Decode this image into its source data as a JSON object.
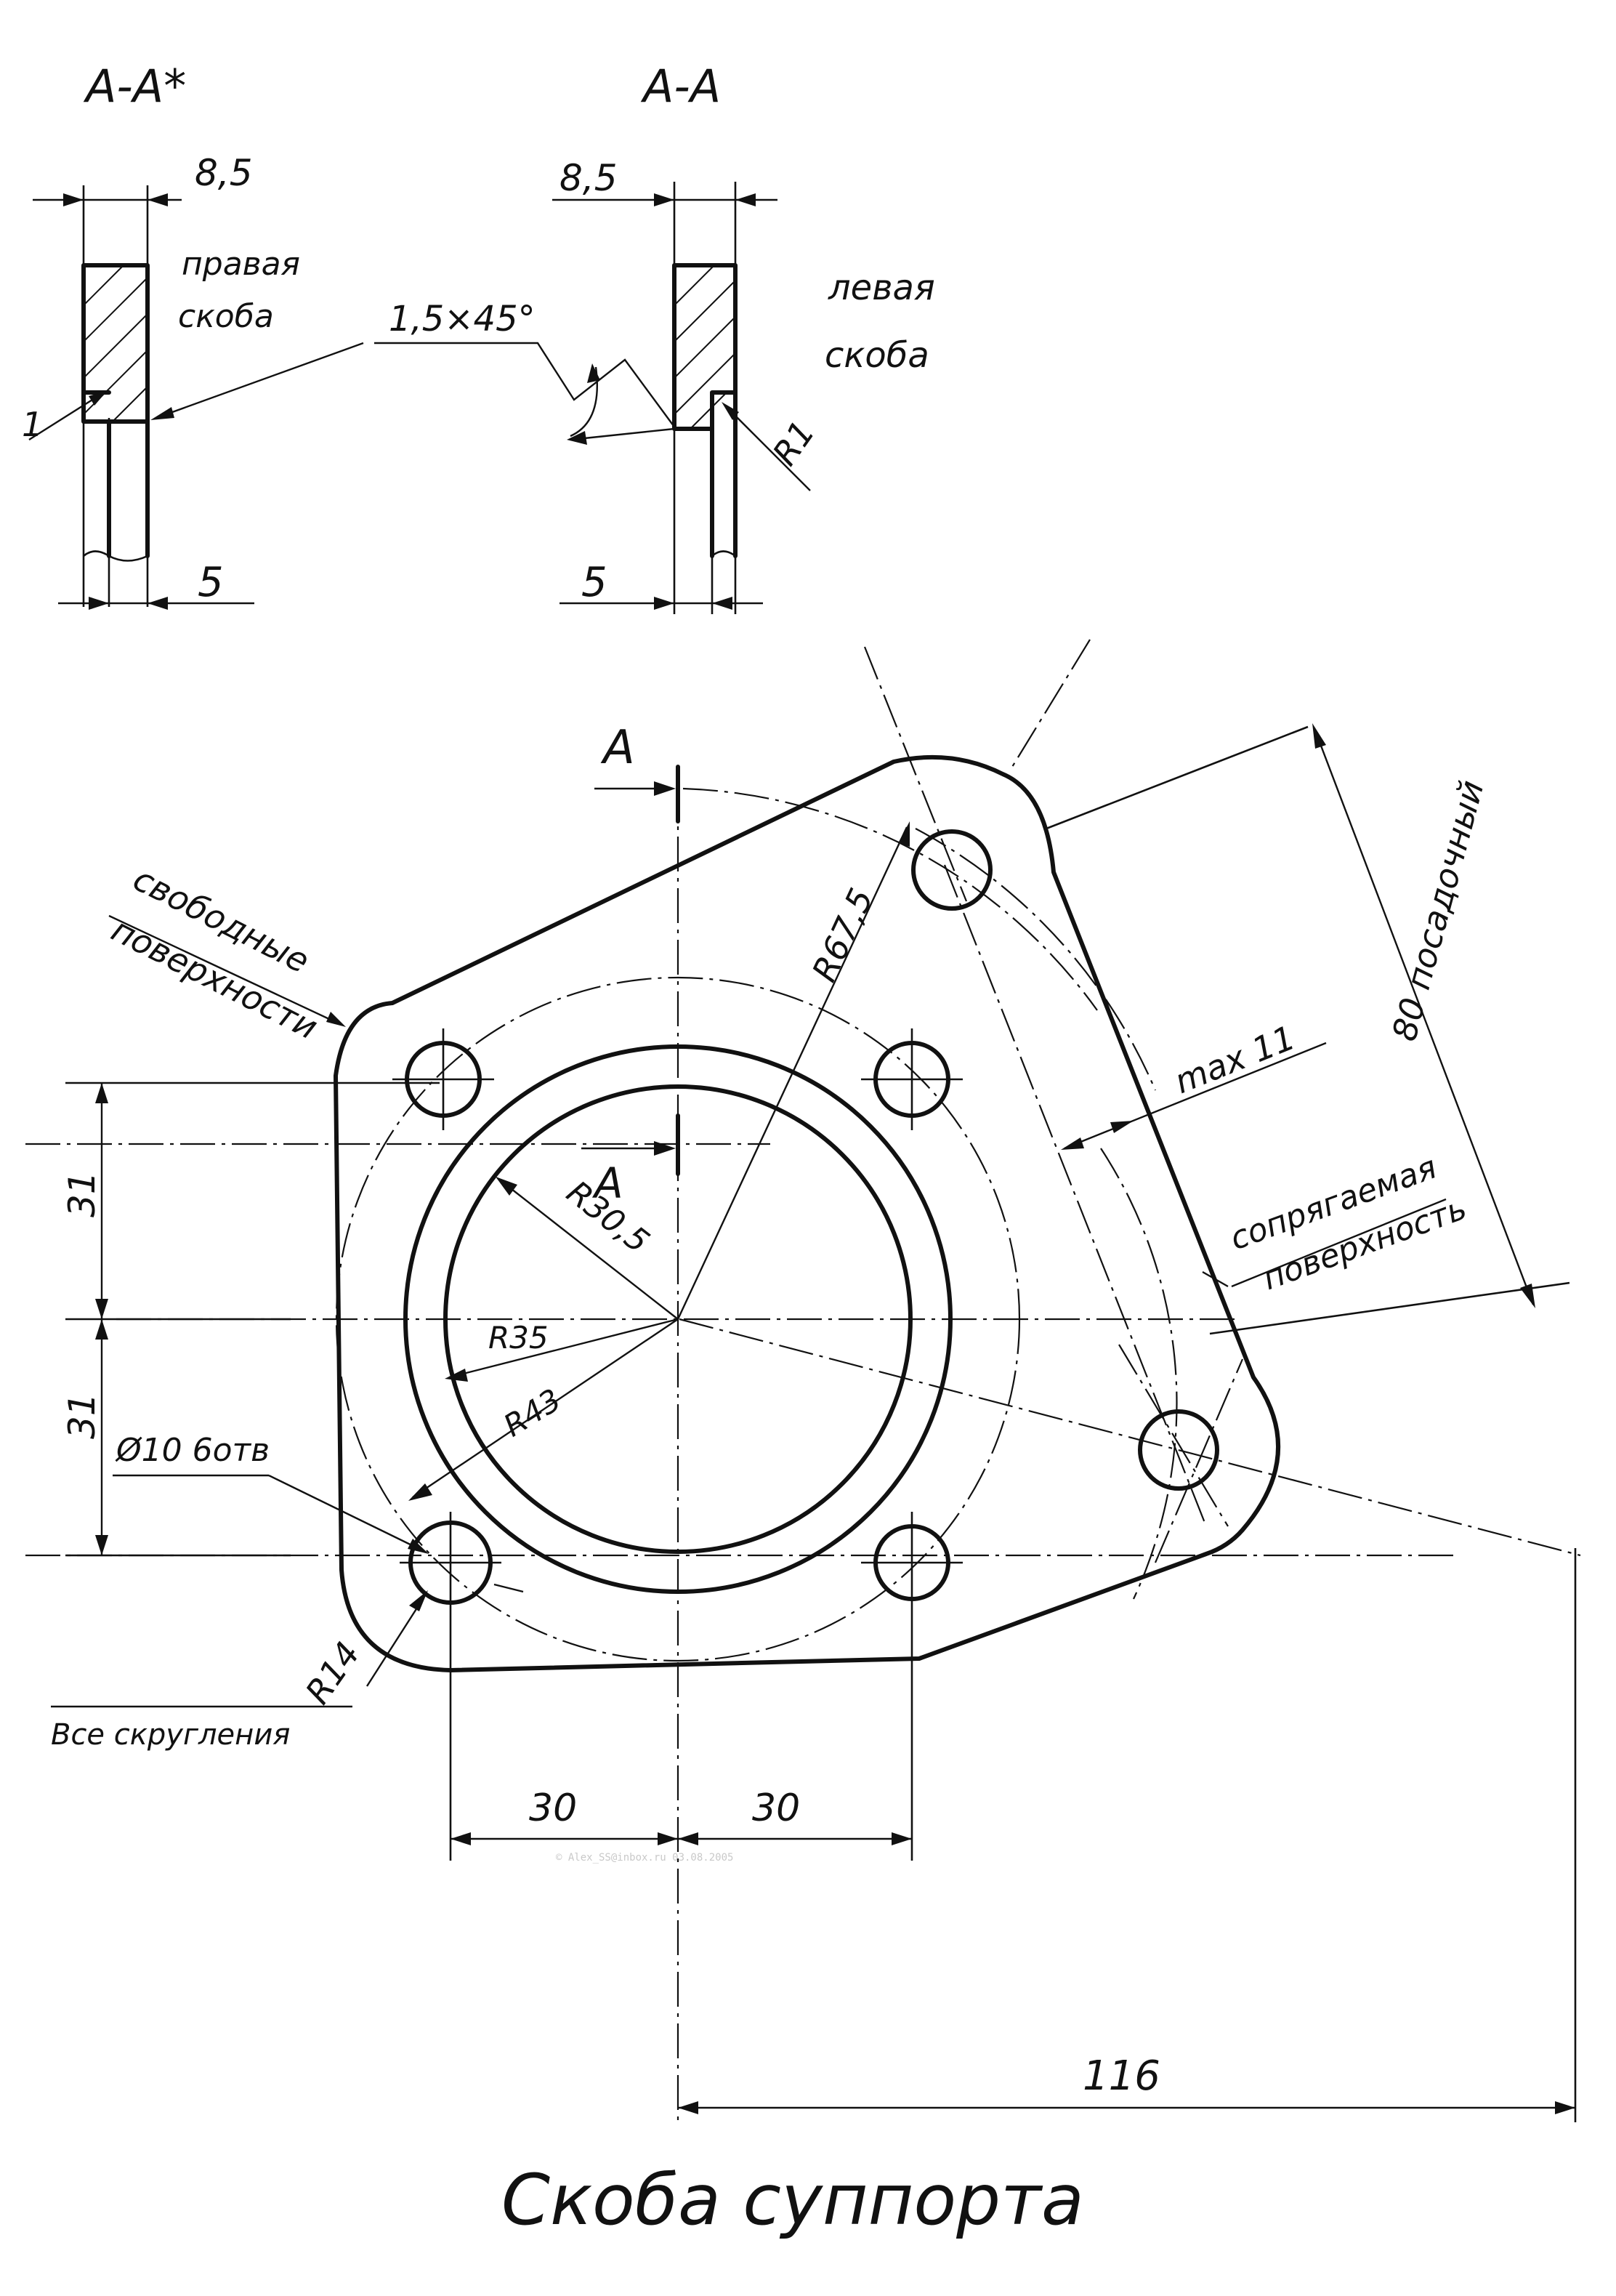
{
  "section_views": {
    "right": {
      "title": "А-А*",
      "width_label": "8,5",
      "offset_label": "5",
      "note": [
        "правая",
        "скоба"
      ],
      "radius_label": "1"
    },
    "left": {
      "title": "А-А",
      "width_label": "8,5",
      "offset_label": "5",
      "note": [
        "левая",
        "скоба"
      ],
      "radius_label": "R1"
    },
    "chamfer_label": "1,5×45°"
  },
  "main_view": {
    "section_marker_top": "А",
    "section_marker_mid": "А",
    "radius_labels": {
      "r67": "R67,5",
      "r30": "R30,5",
      "r35": "R35",
      "r43": "R43",
      "r14": "R14"
    },
    "hole_label": "Ø10 6отв",
    "fillet_note": "Все скругления",
    "free_surfaces": [
      "свободные",
      "поверхности"
    ],
    "mating_surface": [
      "сопрягаемая",
      "поверхность"
    ],
    "max_label": "max 11",
    "fit_label": "80 посадочный",
    "dims": {
      "vertical_upper": "31",
      "vertical_lower": "31",
      "horizontal_left": "30",
      "horizontal_right": "30",
      "horizontal_long": "116"
    }
  },
  "title": "Скоба суппорта",
  "watermark": "© Alex_SS@inbox.ru 03.08.2005"
}
